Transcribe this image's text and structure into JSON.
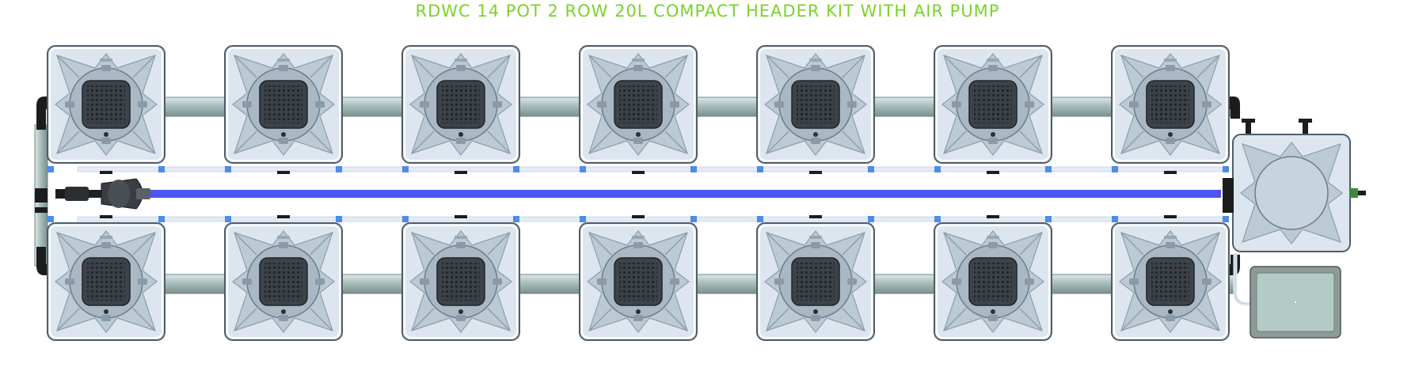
{
  "title": "RDWC 14 POT 2 ROW 20L COMPACT HEADER KIT WITH AIR PUMP",
  "pots": {
    "count": 14,
    "rows": 2,
    "per_row": 7,
    "name": "pot"
  },
  "colors": {
    "title": "#7bd22b",
    "pot_body": "#bccad6",
    "pot_frame": "#dde6ee",
    "pot_edge": "#4f5d68",
    "net_pot": "#3d4348",
    "pipe": "#a9bdbd",
    "pipe_edge": "#6f8585",
    "air_line": "#4a55f2",
    "white_line": "#e4eaf6",
    "blue_connector": "#4e8bea",
    "control_box": "#b4cbc5",
    "black_fitting": "#1c1c1c"
  }
}
